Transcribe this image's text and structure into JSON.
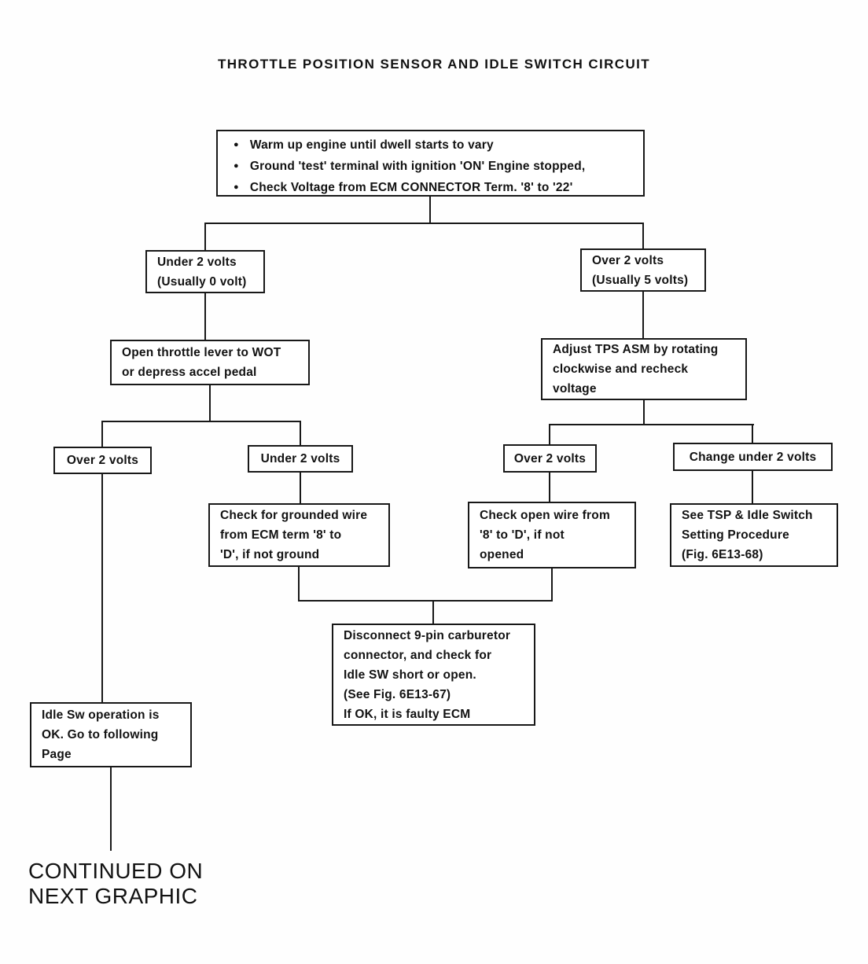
{
  "title": "THROTTLE POSITION SENSOR AND IDLE SWITCH CIRCUIT",
  "glyphs": {
    "bullet": "●"
  },
  "nodes": {
    "start": {
      "bullets": [
        "Warm up engine until dwell starts to vary",
        "Ground 'test' terminal with ignition 'ON' Engine stopped,",
        "Check Voltage from ECM CONNECTOR Term. '8' to '22'"
      ]
    },
    "under_2v_left": {
      "lines": [
        "Under 2 volts",
        "(Usually 0 volt)"
      ]
    },
    "over_2v_right": {
      "lines": [
        "Over 2 volts",
        "(Usually 5 volts)"
      ]
    },
    "open_throttle": {
      "lines": [
        "Open throttle lever to WOT",
        "or depress accel pedal"
      ]
    },
    "adjust_tps": {
      "lines": [
        "Adjust TPS ASM by rotating",
        "clockwise and recheck",
        "voltage"
      ]
    },
    "over_2v_a": {
      "lines": [
        "Over 2 volts"
      ]
    },
    "under_2v_b": {
      "lines": [
        "Under 2 volts"
      ]
    },
    "over_2v_c": {
      "lines": [
        "Over 2 volts"
      ]
    },
    "change_under_2v": {
      "lines": [
        "Change under 2 volts"
      ]
    },
    "check_grounded": {
      "lines": [
        "Check for grounded wire",
        "from ECM term '8' to",
        "'D', if not ground"
      ]
    },
    "check_open": {
      "lines": [
        "Check open wire from",
        "'8' to 'D', if not",
        "opened"
      ]
    },
    "see_tsp": {
      "lines": [
        "See TSP & Idle Switch",
        "Setting Procedure",
        "(Fig. 6E13-68)"
      ]
    },
    "disconnect": {
      "lines": [
        "Disconnect 9-pin carburetor",
        "connector, and check for",
        "Idle SW short or open.",
        "(See Fig. 6E13-67)",
        "If OK, it is faulty ECM"
      ]
    },
    "idle_ok": {
      "lines": [
        "Idle Sw operation is",
        "OK.  Go to following",
        "Page"
      ]
    }
  },
  "footer": {
    "lines": [
      "CONTINUED ON",
      "NEXT GRAPHIC"
    ]
  }
}
